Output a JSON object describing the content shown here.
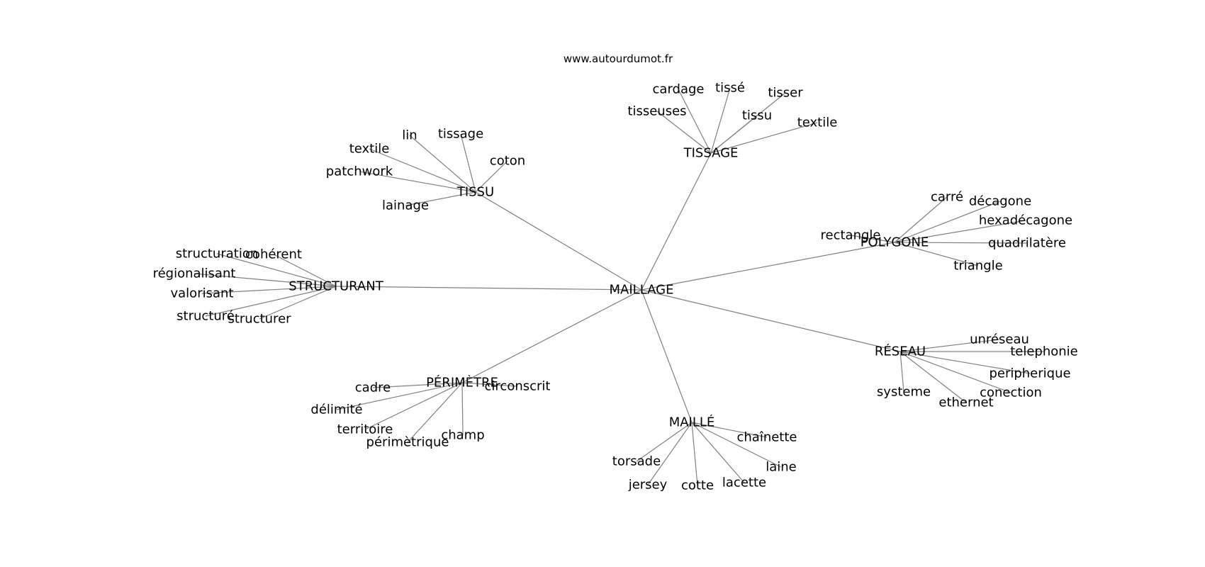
{
  "source": "www.autourdumot.fr",
  "edge_color": "#808080",
  "text_color": "#000000",
  "center": {
    "id": "maillage",
    "label": "MAILLAGE"
  },
  "hubs": [
    {
      "id": "tissage",
      "label": "TISSAGE",
      "words": [
        {
          "id": "cardage",
          "label": "cardage"
        },
        {
          "id": "tisse",
          "label": "tissé"
        },
        {
          "id": "tisser",
          "label": "tisser"
        },
        {
          "id": "tisseuses",
          "label": "tisseuses"
        },
        {
          "id": "tissu-w",
          "label": "tissu"
        },
        {
          "id": "textile-t",
          "label": "textile"
        }
      ]
    },
    {
      "id": "tissu",
      "label": "TISSU",
      "words": [
        {
          "id": "lin",
          "label": "lin"
        },
        {
          "id": "tissage-w",
          "label": "tissage"
        },
        {
          "id": "textile-u",
          "label": "textile"
        },
        {
          "id": "coton",
          "label": "coton"
        },
        {
          "id": "patchwork",
          "label": "patchwork"
        },
        {
          "id": "lainage",
          "label": "lainage"
        }
      ]
    },
    {
      "id": "polygone",
      "label": "POLYGONE",
      "words": [
        {
          "id": "carre",
          "label": "carré"
        },
        {
          "id": "decagone",
          "label": "décagone"
        },
        {
          "id": "hexadecagone",
          "label": "hexadécagone"
        },
        {
          "id": "rectangle",
          "label": "rectangle"
        },
        {
          "id": "quadrilatere",
          "label": "quadrilatère"
        },
        {
          "id": "triangle",
          "label": "triangle"
        }
      ]
    },
    {
      "id": "structurant",
      "label": "STRUCTURANT",
      "words": [
        {
          "id": "structuration",
          "label": "structuration"
        },
        {
          "id": "coherent",
          "label": "cohérent"
        },
        {
          "id": "regionalisant",
          "label": "régionalisant"
        },
        {
          "id": "valorisant",
          "label": "valorisant"
        },
        {
          "id": "structure",
          "label": "structuré"
        },
        {
          "id": "structurer",
          "label": "structurer"
        }
      ]
    },
    {
      "id": "reseau",
      "label": "RÉSEAU",
      "words": [
        {
          "id": "unreseau",
          "label": "unréseau"
        },
        {
          "id": "telephonie",
          "label": "telephonie"
        },
        {
          "id": "peripherique",
          "label": "peripherique"
        },
        {
          "id": "conection",
          "label": "conection"
        },
        {
          "id": "ethernet",
          "label": "ethernet"
        },
        {
          "id": "systeme",
          "label": "systeme"
        }
      ]
    },
    {
      "id": "perimetre",
      "label": "PÉRIMÈTRE",
      "words": [
        {
          "id": "cadre",
          "label": "cadre"
        },
        {
          "id": "circonscrit",
          "label": "circonscrit"
        },
        {
          "id": "delimite",
          "label": "délimité"
        },
        {
          "id": "territoire",
          "label": "territoire"
        },
        {
          "id": "perimetrique",
          "label": "périmètrique"
        },
        {
          "id": "champ",
          "label": "champ"
        }
      ]
    },
    {
      "id": "maille",
      "label": "MAILLÉ",
      "words": [
        {
          "id": "chainette",
          "label": "chaînette"
        },
        {
          "id": "torsade",
          "label": "torsade"
        },
        {
          "id": "laine",
          "label": "laine"
        },
        {
          "id": "jersey",
          "label": "jersey"
        },
        {
          "id": "cotte",
          "label": "cotte"
        },
        {
          "id": "lacette",
          "label": "lacette"
        }
      ]
    }
  ]
}
